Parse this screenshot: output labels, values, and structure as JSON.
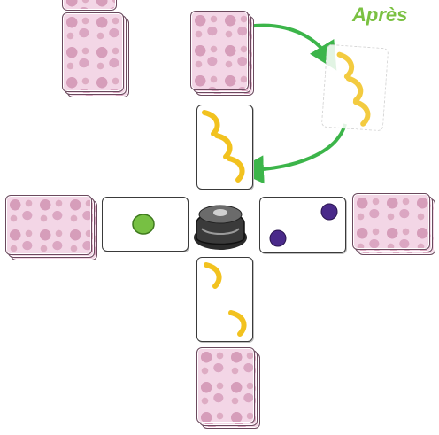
{
  "title": "Après",
  "colors": {
    "arrow": "#3cb54a",
    "title": "#7bc142",
    "card_back": "#f3d6e6",
    "banana": "#f2c21f",
    "lime": "#77c043",
    "plum": "#4a2a8a"
  },
  "cards": {
    "moved_card": {
      "fruit": "banana",
      "count": 3
    },
    "north_faceup": {
      "fruit": "banana",
      "count": 3
    },
    "west_faceup": {
      "fruit": "lime",
      "count": 1
    },
    "east_faceup": {
      "fruit": "plum",
      "count": 2
    },
    "south_faceup": {
      "fruit": "banana",
      "count": 2
    }
  },
  "center": {
    "icon": "bell-icon"
  }
}
